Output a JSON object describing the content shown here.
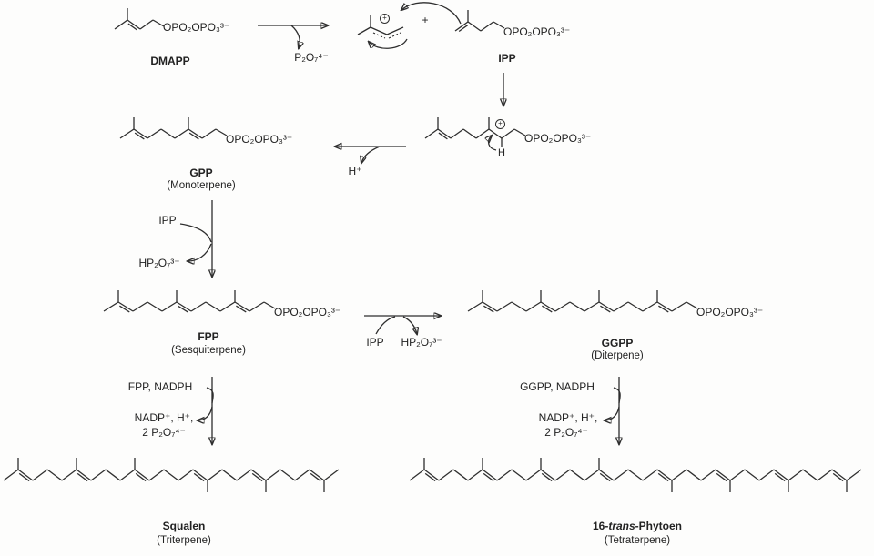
{
  "background": "#fdfdfc",
  "ink": "#2e2e2e",
  "compounds": {
    "dmapp": {
      "name": "DMAPP",
      "pp_group": "OPO₂OPO₃³⁻"
    },
    "ipp": {
      "name": "IPP",
      "pp_group": "OPO₂OPO₃³⁻"
    },
    "allylic_cation": {
      "charge": "+",
      "plus_sign": "+"
    },
    "tertiary_cation": {
      "charge": "+",
      "h_label": "H",
      "pp_group": "OPO₂OPO₃³⁻"
    },
    "gpp": {
      "name": "GPP",
      "terpene_class": "(Monoterpene)",
      "pp_group": "OPO₂OPO₃³⁻"
    },
    "fpp": {
      "name": "FPP",
      "terpene_class": "(Sesquiterpene)",
      "pp_group": "OPO₂OPO₃³⁻"
    },
    "ggpp": {
      "name": "GGPP",
      "terpene_class": "(Diterpene)",
      "pp_group": "OPO₂OPO₃³⁻"
    },
    "squalene": {
      "name": "Squalen",
      "terpene_class": "(Triterpene)"
    },
    "phytoene": {
      "name_prefix": "16-",
      "name_italic": "trans",
      "name_suffix": "-Phytoen",
      "terpene_class": "(Tetraterpene)"
    }
  },
  "reactions": {
    "dmapp_ionization": {
      "byproduct": "P₂O₇⁴⁻"
    },
    "cation_to_gpp": {
      "byproduct": "H⁺"
    },
    "gpp_to_fpp": {
      "reactant": "IPP",
      "byproduct": "HP₂O₇³⁻"
    },
    "fpp_to_ggpp": {
      "reactant": "IPP",
      "byproduct": "HP₂O₇³⁻"
    },
    "fpp_to_squalene": {
      "reactants": "FPP, NADPH",
      "byproducts_line1": "NADP⁺, H⁺,",
      "byproducts_line2": "2 P₂O₇⁴⁻"
    },
    "ggpp_to_phytoene": {
      "reactants": "GGPP, NADPH",
      "byproducts_line1": "NADP⁺, H⁺,",
      "byproducts_line2": "2 P₂O₇⁴⁻"
    }
  }
}
